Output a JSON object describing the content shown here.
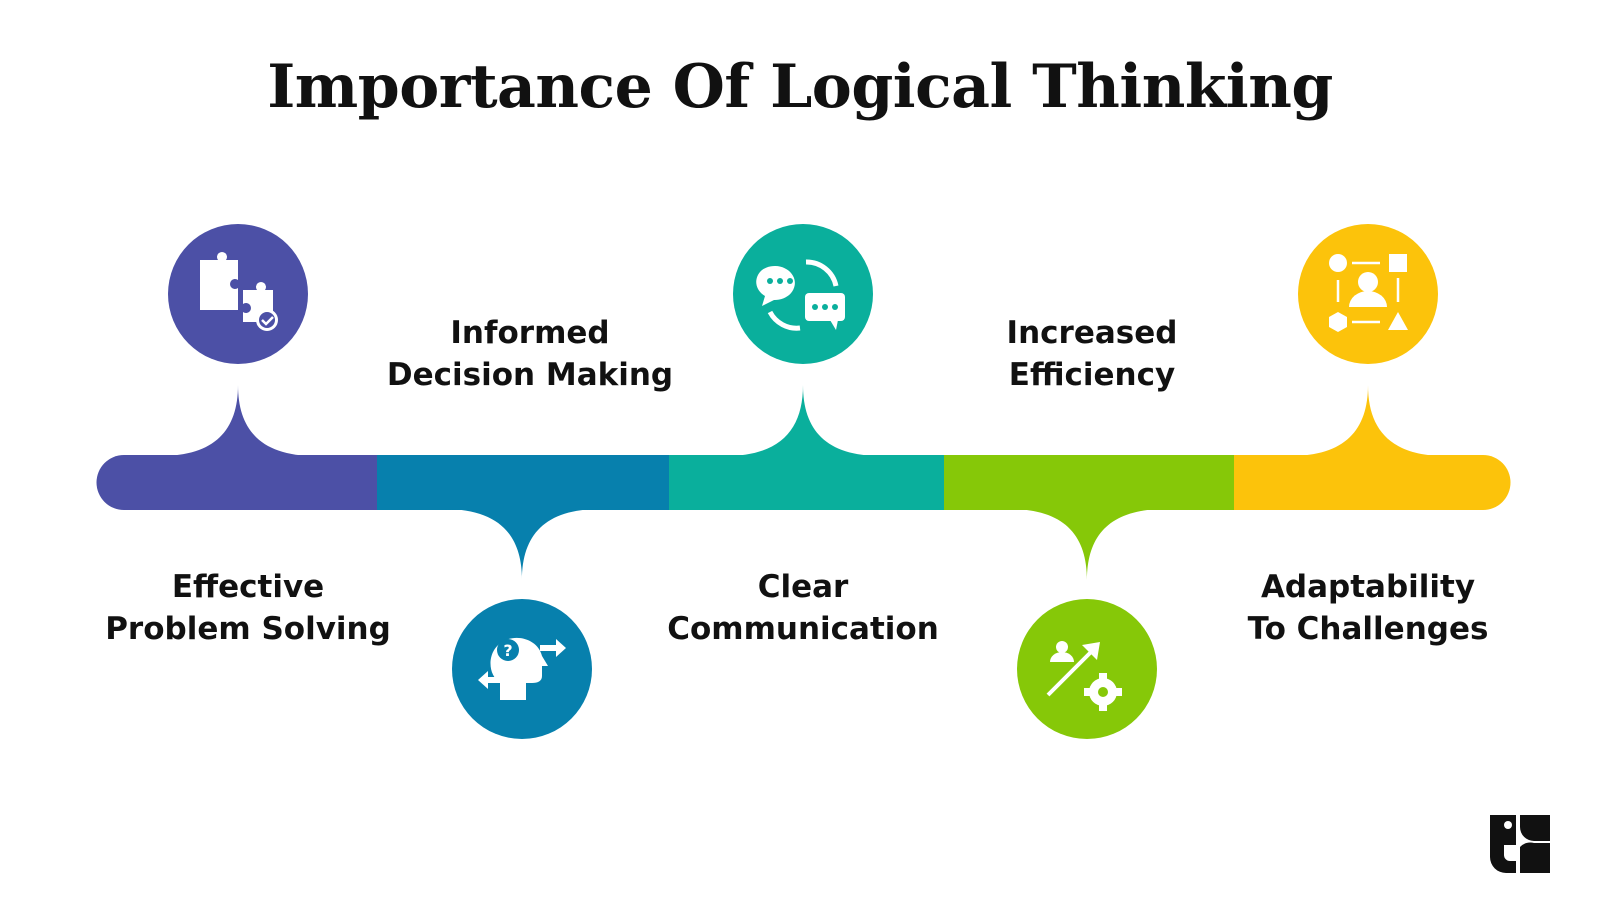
{
  "title": "Importance Of Logical Thinking",
  "items": [
    {
      "line1": "Effective",
      "line2": "Problem Solving",
      "color": "#4c50a6",
      "icon": "puzzle-check-icon"
    },
    {
      "line1": "Informed",
      "line2": "Decision Making",
      "color": "#0780ad",
      "icon": "head-question-arrows-icon"
    },
    {
      "line1": "Clear",
      "line2": "Communication",
      "color": "#0aaf9c",
      "icon": "chat-bubbles-cycle-icon"
    },
    {
      "line1": "Increased",
      "line2": "Efficiency",
      "color": "#86c808",
      "icon": "growth-gear-icon"
    },
    {
      "line1": "Adaptability",
      "line2": "To Challenges",
      "color": "#fcc30b",
      "icon": "user-shapes-icon"
    }
  ]
}
